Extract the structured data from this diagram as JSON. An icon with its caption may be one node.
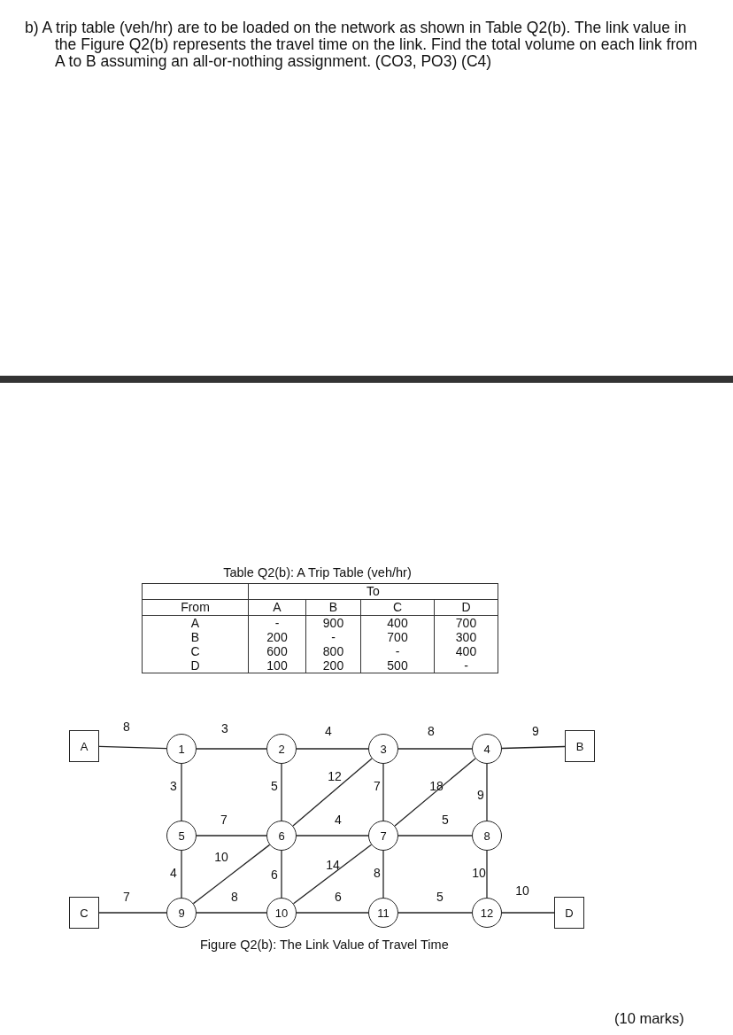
{
  "diagram": {
    "caption": "Figure Q2(b): The Link Value of Travel Time",
    "nodes": [
      {
        "text": [
          "A"
        ]
      },
      {
        "text": [
          "1"
        ]
      },
      {
        "text": [
          "2"
        ]
      },
      {
        "text": [
          "3"
        ]
      },
      {
        "text": [
          "4"
        ]
      },
      {
        "text": [
          "B"
        ]
      },
      {
        "text": [
          "5"
        ]
      },
      {
        "text": [
          "6"
        ]
      },
      {
        "text": [
          "7"
        ]
      },
      {
        "text": [
          "8"
        ]
      },
      {
        "text": [
          "C"
        ]
      },
      {
        "text": [
          "9"
        ]
      },
      {
        "text": [
          "10"
        ]
      },
      {
        "text": [
          "11"
        ]
      },
      {
        "text": [
          "12"
        ]
      },
      {
        "text": [
          "D"
        ]
      }
    ],
    "edges": [
      {
        "from": 0,
        "to": 1,
        "arrow": "none",
        "label": "8"
      },
      {
        "from": 1,
        "to": 2,
        "arrow": "none",
        "label": "3"
      },
      {
        "from": 2,
        "to": 3,
        "arrow": "none",
        "label": "4"
      },
      {
        "from": 3,
        "to": 4,
        "arrow": "none",
        "label": "8"
      },
      {
        "from": 4,
        "to": 5,
        "arrow": "none",
        "label": "9"
      },
      {
        "from": 1,
        "to": 6,
        "arrow": "none",
        "label": "3"
      },
      {
        "from": 2,
        "to": 7,
        "arrow": "none",
        "label": "5"
      },
      {
        "from": 7,
        "to": 3,
        "arrow": "none",
        "label": "12"
      },
      {
        "from": 3,
        "to": 8,
        "arrow": "none",
        "label": "7"
      },
      {
        "from": 8,
        "to": 4,
        "arrow": "none",
        "label": "18"
      },
      {
        "from": 4,
        "to": 9,
        "arrow": "none",
        "label": "9"
      },
      {
        "from": 6,
        "to": 7,
        "arrow": "none",
        "label": "7"
      },
      {
        "from": 7,
        "to": 8,
        "arrow": "none",
        "label": "4"
      },
      {
        "from": 8,
        "to": 9,
        "arrow": "none",
        "label": "5"
      },
      {
        "from": 6,
        "to": 11,
        "arrow": "none",
        "label": "4"
      },
      {
        "from": 11,
        "to": 7,
        "arrow": "none",
        "label": "10"
      },
      {
        "from": 7,
        "to": 12,
        "arrow": "none",
        "label": "6"
      },
      {
        "from": 12,
        "to": 8,
        "arrow": "none",
        "label": "14"
      },
      {
        "from": 8,
        "to": 13,
        "arrow": "none",
        "label": "8"
      },
      {
        "from": 9,
        "to": 14,
        "arrow": "none",
        "label": "10"
      },
      {
        "from": 10,
        "to": 11,
        "arrow": "none",
        "label": "7"
      },
      {
        "from": 11,
        "to": 12,
        "arrow": "none",
        "label": "8"
      },
      {
        "from": 12,
        "to": 13,
        "arrow": "none",
        "label": "6"
      },
      {
        "from": 13,
        "to": 14,
        "arrow": "none",
        "label": "5"
      },
      {
        "from": 14,
        "to": 15,
        "arrow": "none",
        "label": "10"
      }
    ],
    "labels": [
      "b) A trip table (veh/hr) are to be loaded on the network as shown in Table Q2(b). The link value in the Figure Q2(b) represents the travel time on the link. Find the total volume on each link from A to B assuming an all-or-nothing assignment. (CO3, PO3) (C4)",
      "Table Q2(b): A Trip Table (veh/hr)",
      "To",
      "From",
      "A",
      "B",
      "C",
      "D",
      "A",
      "-",
      "900",
      "400",
      "700",
      "B",
      "200",
      "-",
      "700",
      "300",
      "C",
      "600",
      "800",
      "-",
      "400",
      "D",
      "100",
      "200",
      "500",
      "-",
      "(10 marks)"
    ]
  }
}
